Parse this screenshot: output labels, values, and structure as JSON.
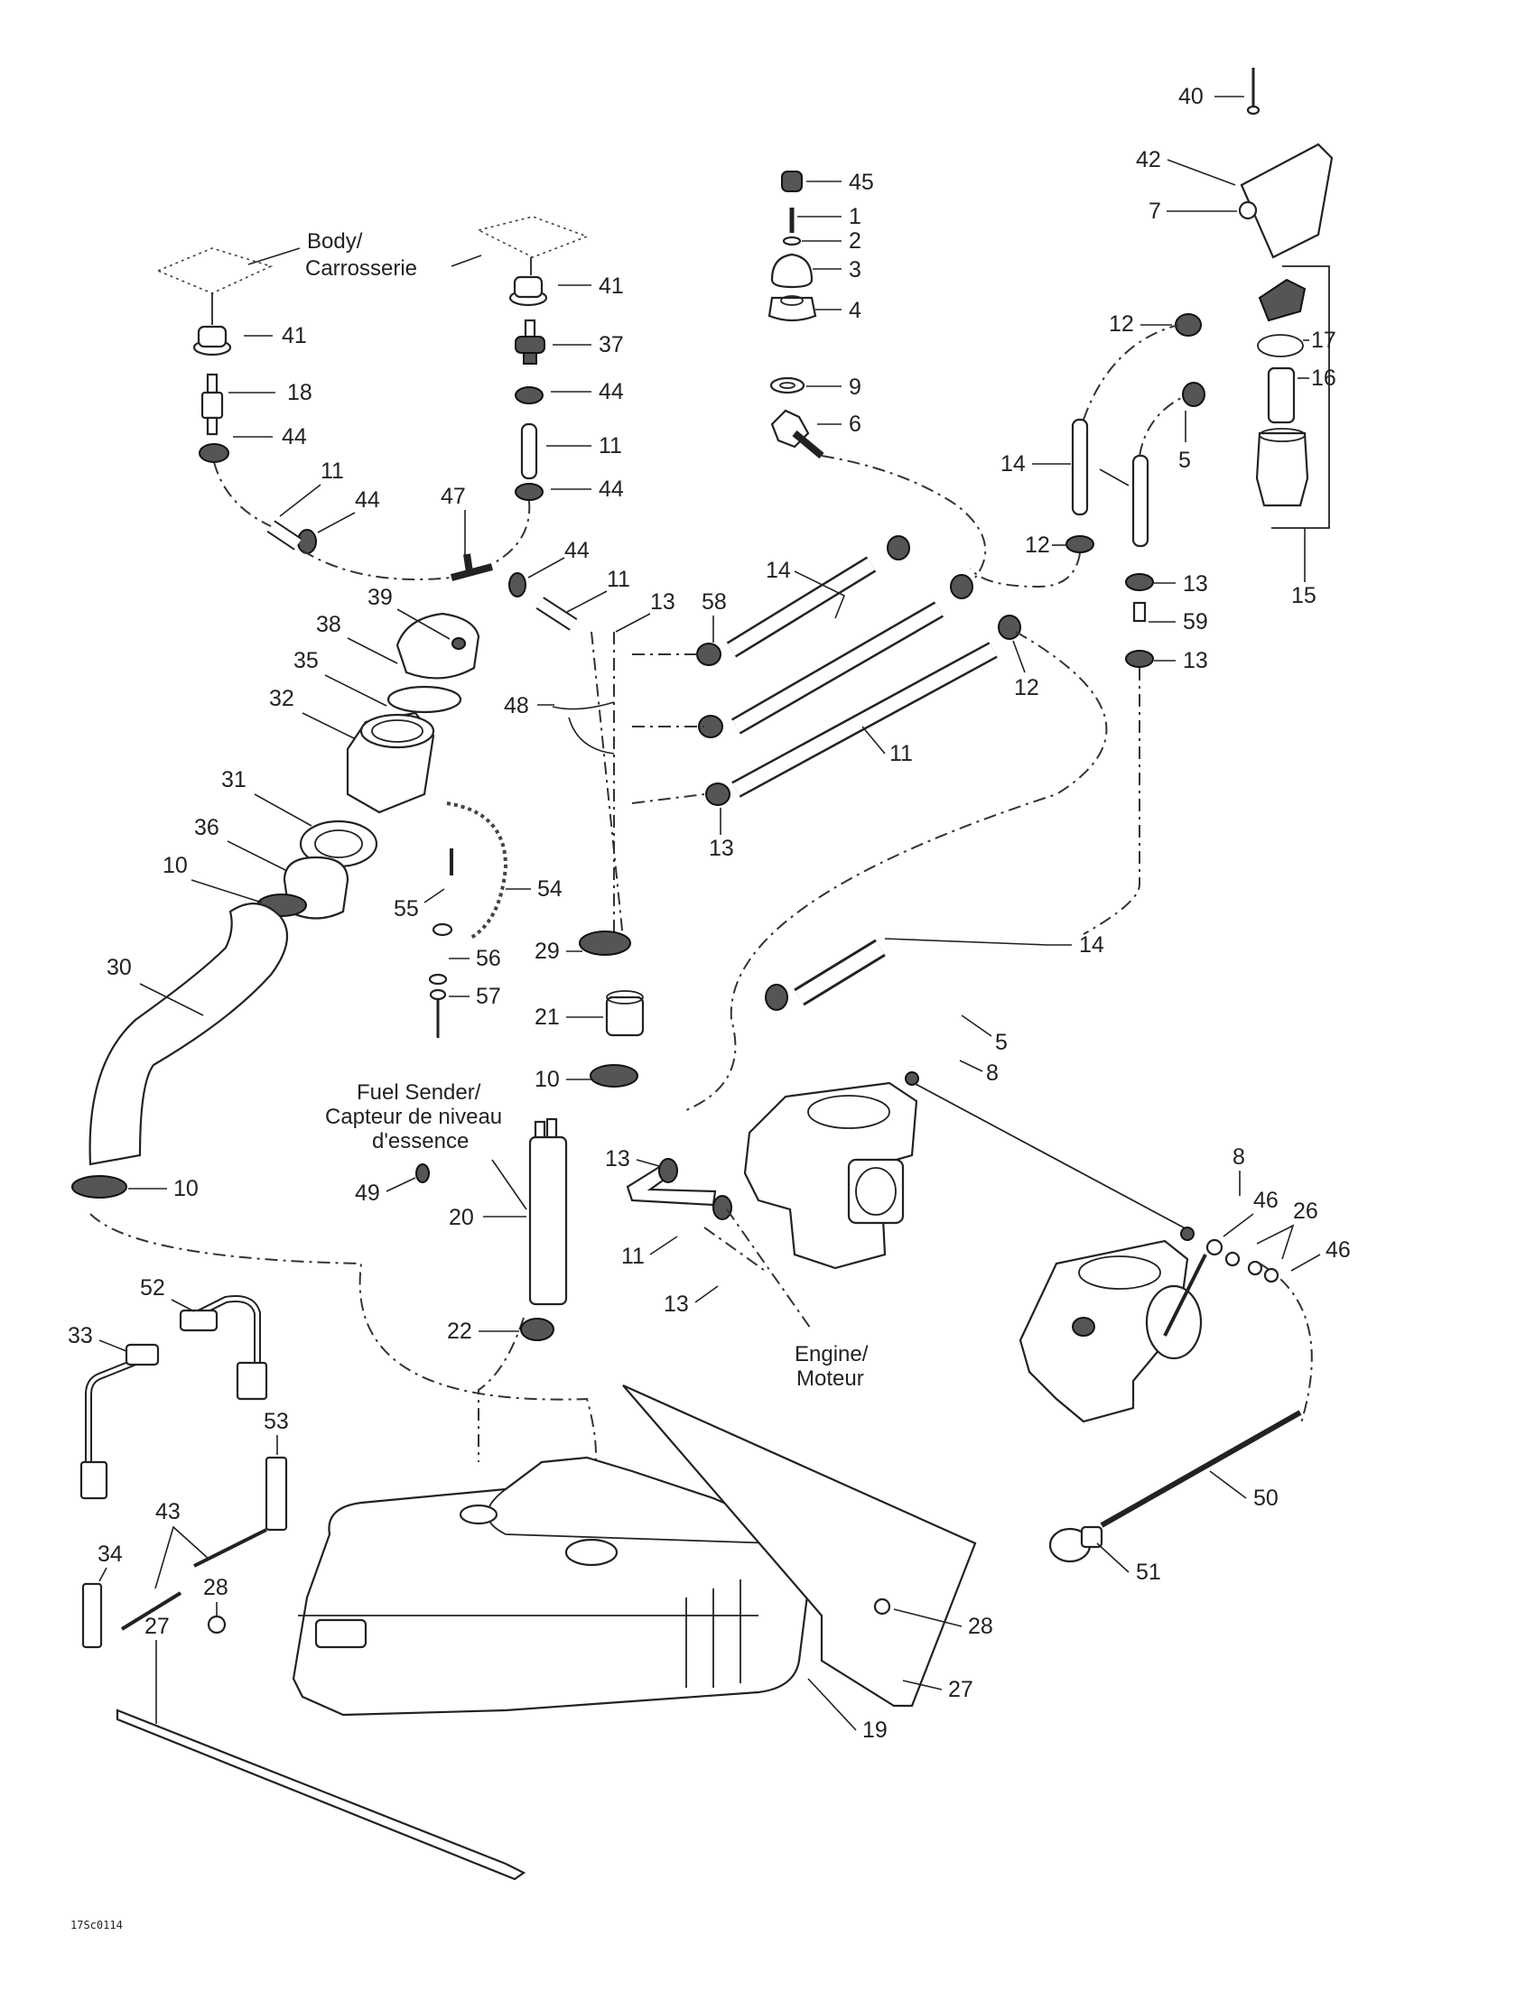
{
  "diagram": {
    "type": "exploded-parts-diagram",
    "subject": "Fuel system",
    "drawing_code": "17Sc0114",
    "captions": {
      "body": [
        "Body/",
        "Carrosserie"
      ],
      "fuel_sender": [
        "Fuel Sender/",
        "Capteur de niveau",
        "d'essence"
      ],
      "engine": [
        "Engine/",
        "Moteur"
      ]
    },
    "callouts": [
      {
        "id": "c40",
        "label": "40"
      },
      {
        "id": "c42",
        "label": "42"
      },
      {
        "id": "c7",
        "label": "7"
      },
      {
        "id": "c45",
        "label": "45"
      },
      {
        "id": "c1",
        "label": "1"
      },
      {
        "id": "c2",
        "label": "2"
      },
      {
        "id": "c3",
        "label": "3"
      },
      {
        "id": "c4",
        "label": "4"
      },
      {
        "id": "c9",
        "label": "9"
      },
      {
        "id": "c6",
        "label": "6"
      },
      {
        "id": "c41a",
        "label": "41"
      },
      {
        "id": "c41b",
        "label": "41"
      },
      {
        "id": "c18",
        "label": "18"
      },
      {
        "id": "c44a",
        "label": "44"
      },
      {
        "id": "c37",
        "label": "37"
      },
      {
        "id": "c44b",
        "label": "44"
      },
      {
        "id": "c11a",
        "label": "11"
      },
      {
        "id": "c44c",
        "label": "44"
      },
      {
        "id": "c11b",
        "label": "11"
      },
      {
        "id": "c44d",
        "label": "44"
      },
      {
        "id": "c47",
        "label": "47"
      },
      {
        "id": "c44e",
        "label": "44"
      },
      {
        "id": "c11c",
        "label": "11"
      },
      {
        "id": "c13a",
        "label": "13"
      },
      {
        "id": "c39",
        "label": "39"
      },
      {
        "id": "c38",
        "label": "38"
      },
      {
        "id": "c35",
        "label": "35"
      },
      {
        "id": "c32",
        "label": "32"
      },
      {
        "id": "c31",
        "label": "31"
      },
      {
        "id": "c36",
        "label": "36"
      },
      {
        "id": "c10a",
        "label": "10"
      },
      {
        "id": "c30",
        "label": "30"
      },
      {
        "id": "c10b",
        "label": "10"
      },
      {
        "id": "c48",
        "label": "48"
      },
      {
        "id": "c58",
        "label": "58"
      },
      {
        "id": "c14a",
        "label": "14"
      },
      {
        "id": "c11d",
        "label": "11"
      },
      {
        "id": "c12a",
        "label": "12"
      },
      {
        "id": "c13b",
        "label": "13"
      },
      {
        "id": "c55",
        "label": "55"
      },
      {
        "id": "c54",
        "label": "54"
      },
      {
        "id": "c56",
        "label": "56"
      },
      {
        "id": "c57",
        "label": "57"
      },
      {
        "id": "c29",
        "label": "29"
      },
      {
        "id": "c21",
        "label": "21"
      },
      {
        "id": "c10c",
        "label": "10"
      },
      {
        "id": "c49",
        "label": "49"
      },
      {
        "id": "c20",
        "label": "20"
      },
      {
        "id": "c22",
        "label": "22"
      },
      {
        "id": "c12b",
        "label": "12"
      },
      {
        "id": "c17",
        "label": "17"
      },
      {
        "id": "c16",
        "label": "16"
      },
      {
        "id": "c14b",
        "label": "14"
      },
      {
        "id": "c5a",
        "label": "5"
      },
      {
        "id": "c12c",
        "label": "12"
      },
      {
        "id": "c13c",
        "label": "13"
      },
      {
        "id": "c59",
        "label": "59"
      },
      {
        "id": "c13d",
        "label": "13"
      },
      {
        "id": "c15",
        "label": "15"
      },
      {
        "id": "c14c",
        "label": "14"
      },
      {
        "id": "c5b",
        "label": "5"
      },
      {
        "id": "c8a",
        "label": "8"
      },
      {
        "id": "c13e",
        "label": "13"
      },
      {
        "id": "c11e",
        "label": "11"
      },
      {
        "id": "c13f",
        "label": "13"
      },
      {
        "id": "c8b",
        "label": "8"
      },
      {
        "id": "c46a",
        "label": "46"
      },
      {
        "id": "c26",
        "label": "26"
      },
      {
        "id": "c46b",
        "label": "46"
      },
      {
        "id": "c50",
        "label": "50"
      },
      {
        "id": "c51",
        "label": "51"
      },
      {
        "id": "c52",
        "label": "52"
      },
      {
        "id": "c33",
        "label": "33"
      },
      {
        "id": "c53",
        "label": "53"
      },
      {
        "id": "c43",
        "label": "43"
      },
      {
        "id": "c34",
        "label": "34"
      },
      {
        "id": "c28a",
        "label": "28"
      },
      {
        "id": "c27a",
        "label": "27"
      },
      {
        "id": "c28b",
        "label": "28"
      },
      {
        "id": "c27b",
        "label": "27"
      },
      {
        "id": "c19",
        "label": "19"
      }
    ]
  }
}
